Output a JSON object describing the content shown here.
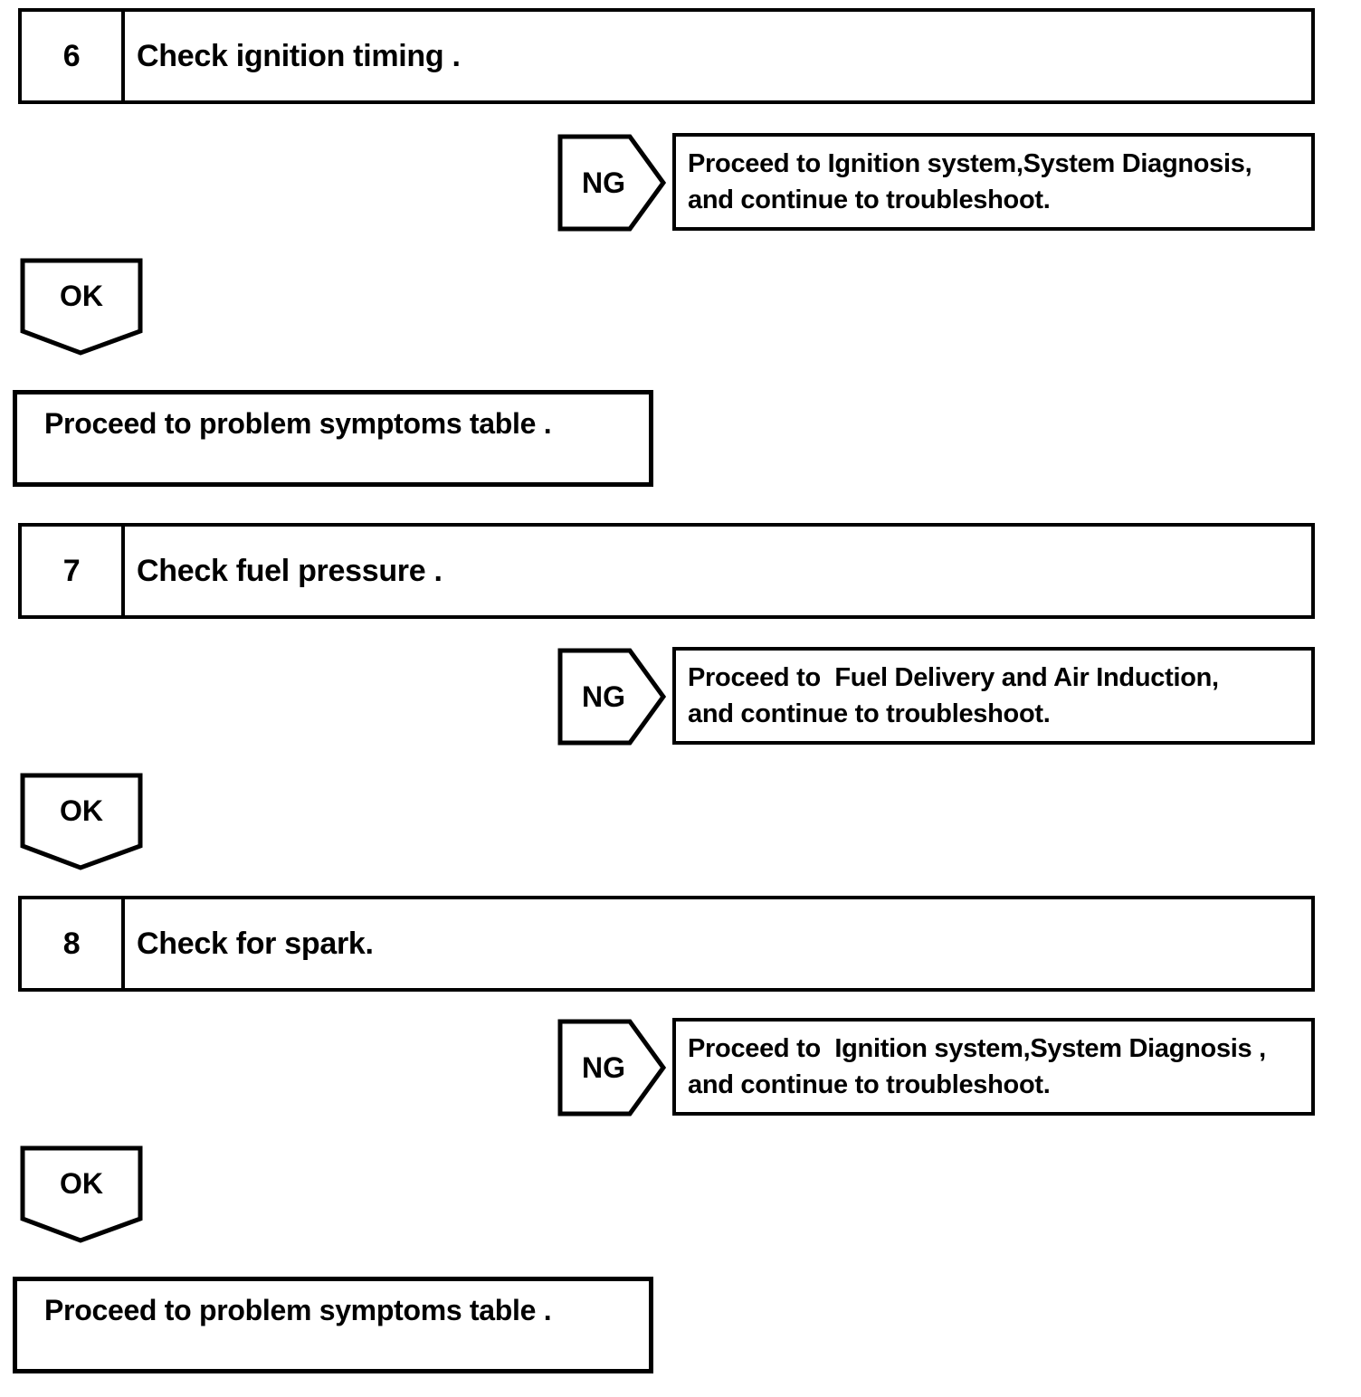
{
  "colors": {
    "ink": "#000000",
    "paper": "#ffffff"
  },
  "icons": {
    "ng_arrow": "pentagon-arrow-right",
    "ok_arrow": "pentagon-arrow-down"
  },
  "steps": [
    {
      "number": "6",
      "title": "Check ignition timing ."
    },
    {
      "number": "7",
      "title": "Check fuel pressure ."
    },
    {
      "number": "8",
      "title": "Check for spark."
    }
  ],
  "ng_branches": [
    {
      "badge": "NG",
      "line1": "Proceed to Ignition system,System Diagnosis,",
      "line2": "and continue to troubleshoot."
    },
    {
      "badge": "NG",
      "line1": "Proceed to  Fuel Delivery and Air Induction,",
      "line2": "and continue to troubleshoot."
    },
    {
      "badge": "NG",
      "line1": "Proceed to  Ignition system,System Diagnosis ,",
      "line2": "and continue to troubleshoot."
    }
  ],
  "ok_badges": [
    {
      "label": "OK"
    },
    {
      "label": "OK"
    },
    {
      "label": "OK"
    }
  ],
  "proceed_boxes": [
    {
      "text": "Proceed to problem symptoms table ."
    },
    {
      "text": "Proceed to problem symptoms table ."
    }
  ]
}
